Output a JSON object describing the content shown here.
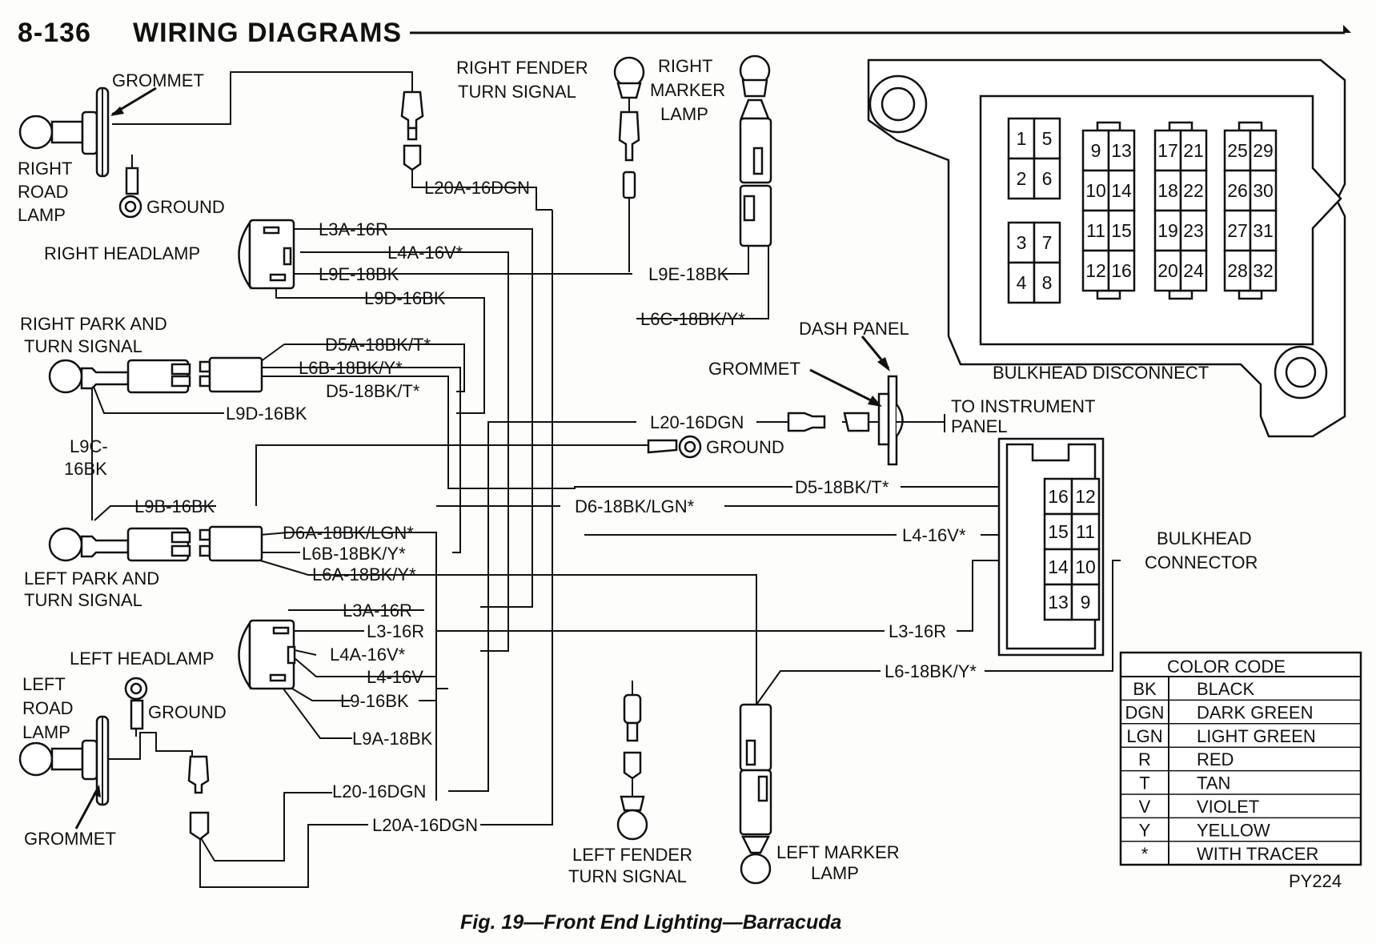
{
  "header": {
    "page_number": "8-136",
    "section_title": "WIRING DIAGRAMS"
  },
  "caption": "Fig. 19—Front End Lighting—Barracuda",
  "figure_code": "PY224",
  "components": {
    "grommet_top": "GROMMET",
    "right_road_lamp": [
      "RIGHT",
      "ROAD",
      "LAMP"
    ],
    "ground_top": "GROUND",
    "right_fender_turn_signal": [
      "RIGHT FENDER",
      "TURN SIGNAL"
    ],
    "right_marker_lamp": [
      "RIGHT",
      "MARKER",
      "LAMP"
    ],
    "right_headlamp": "RIGHT HEADLAMP",
    "right_park_turn": [
      "RIGHT PARK AND",
      "TURN SIGNAL"
    ],
    "l9c": [
      "L9C-",
      "16BK"
    ],
    "dash_panel": "DASH PANEL",
    "grommet_dash": "GROMMET",
    "to_instrument_panel": [
      "TO INSTRUMENT",
      "PANEL"
    ],
    "ground_mid": "GROUND",
    "bulkhead_disconnect": "BULKHEAD DISCONNECT",
    "bulkhead_connector": [
      "BULKHEAD",
      "CONNECTOR"
    ],
    "left_park_turn": [
      "LEFT PARK AND",
      "TURN SIGNAL"
    ],
    "left_headlamp": "LEFT HEADLAMP",
    "left_road_lamp": [
      "LEFT",
      "ROAD",
      "LAMP"
    ],
    "ground_bottom": "GROUND",
    "grommet_bottom": "GROMMET",
    "left_fender_turn_signal": [
      "LEFT FENDER",
      "TURN SIGNAL"
    ],
    "left_marker_lamp": [
      "LEFT MARKER",
      "LAMP"
    ]
  },
  "wire_labels": {
    "l20a_top": "L20A-16DGN",
    "l3a_top": "L3A-16R",
    "l4a_top": "L4A-16V*",
    "l9e_left": "L9E-18BK",
    "l9e_right": "L9E-18BK",
    "l9d_top": "L9D-16BK",
    "l6c": "L6C-18BK/Y*",
    "d5a": "D5A-18BK/T*",
    "l6b_top": "L6B-18BK/Y*",
    "d5_top": "D5-18BK/T*",
    "l9d_mid": "L9D-16BK",
    "l20_top": "L20-16DGN",
    "d5_right": "D5-18BK/T*",
    "l9b": "L9B-16BK",
    "d6": "D6-18BK/LGN*",
    "d6a": "D6A-18BK/LGN*",
    "l4_right": "L4-16V*",
    "l6b_bot": "L6B-18BK/Y*",
    "l6a": "L6A-18BK/Y*",
    "l3a_bot": "L3A-16R",
    "l3_left": "L3-16R",
    "l3_right": "L3-16R",
    "l4a_bot": "L4A-16V*",
    "l4_left": "L4-16V",
    "l6_right": "L6-18BK/Y*",
    "l9": "L9-16BK",
    "l9a": "L9A-18BK",
    "l20_bot": "L20-16DGN",
    "l20a_bot": "L20A-16DGN"
  },
  "bulkhead_disconnect_pins": {
    "block1": [
      [
        "1",
        "5"
      ],
      [
        "2",
        "6"
      ]
    ],
    "block2": [
      [
        "3",
        "7"
      ],
      [
        "4",
        "8"
      ]
    ],
    "block3": [
      [
        "9",
        "13"
      ],
      [
        "10",
        "14"
      ],
      [
        "11",
        "15"
      ],
      [
        "12",
        "16"
      ]
    ],
    "block4": [
      [
        "17",
        "21"
      ],
      [
        "18",
        "22"
      ],
      [
        "19",
        "23"
      ],
      [
        "20",
        "24"
      ]
    ],
    "block5": [
      [
        "25",
        "29"
      ],
      [
        "26",
        "30"
      ],
      [
        "27",
        "31"
      ],
      [
        "28",
        "32"
      ]
    ]
  },
  "bulkhead_connector_pins": [
    [
      "16",
      "12"
    ],
    [
      "15",
      "11"
    ],
    [
      "14",
      "10"
    ],
    [
      "13",
      "9"
    ]
  ],
  "color_code": {
    "title": "COLOR CODE",
    "rows": [
      {
        "code": "BK",
        "color": "BLACK"
      },
      {
        "code": "DGN",
        "color": "DARK GREEN"
      },
      {
        "code": "LGN",
        "color": "LIGHT GREEN"
      },
      {
        "code": "R",
        "color": "RED"
      },
      {
        "code": "T",
        "color": "TAN"
      },
      {
        "code": "V",
        "color": "VIOLET"
      },
      {
        "code": "Y",
        "color": "YELLOW"
      },
      {
        "code": "*",
        "color": "WITH TRACER"
      }
    ]
  }
}
